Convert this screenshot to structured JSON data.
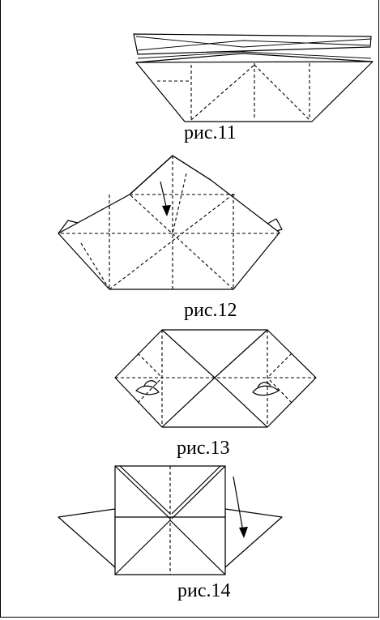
{
  "steps": [
    {
      "caption": "рис.11"
    },
    {
      "caption": "рис.12"
    },
    {
      "caption": "рис.13"
    },
    {
      "caption": "рис.14"
    }
  ]
}
